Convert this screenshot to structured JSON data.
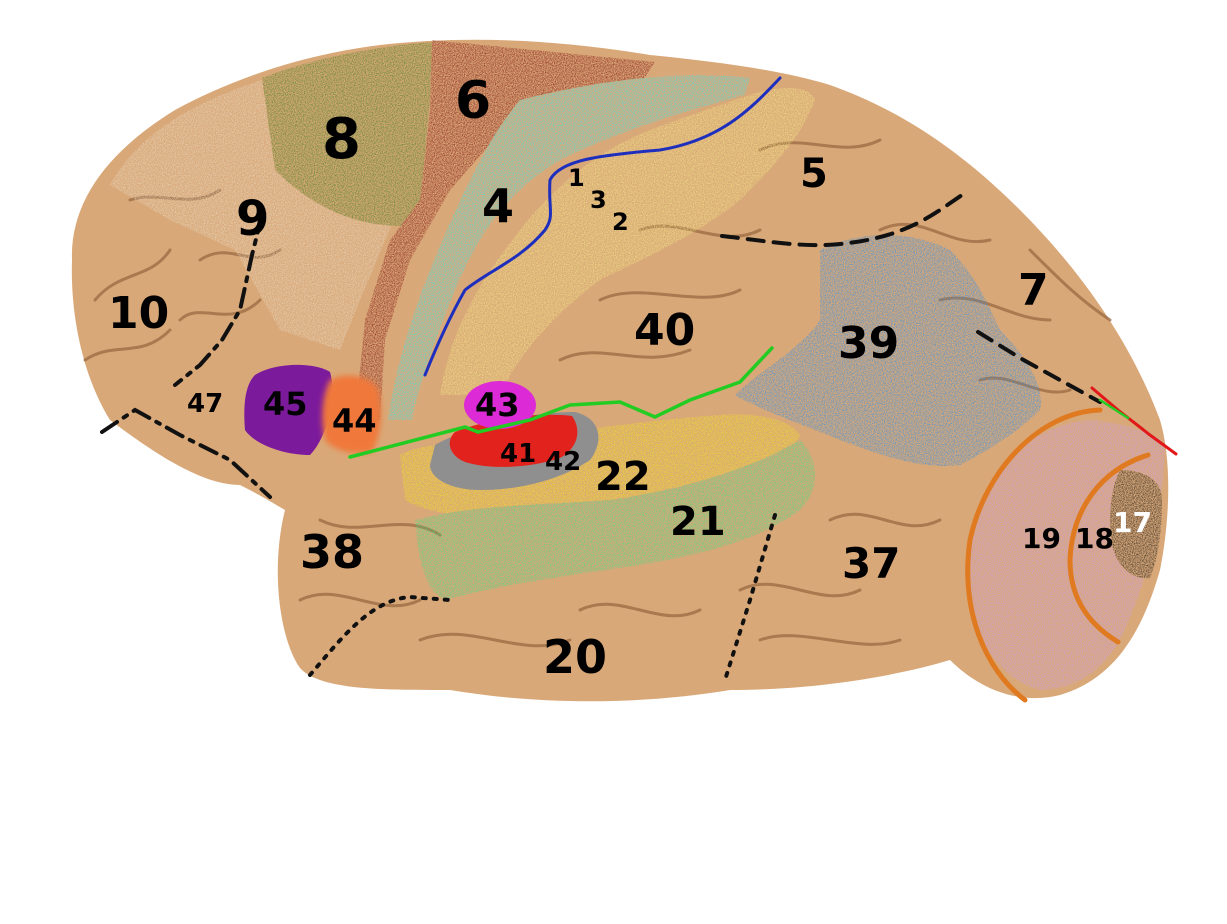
{
  "colors": {
    "cortex": "#d9a878",
    "cortex_shade": "#b98457",
    "sulcus": "#9a6a42",
    "area_8": "#3f7f1e",
    "area_6": "#7d1010",
    "area_4": "#3fe3ea",
    "area_312": "#f3ec85",
    "area_9": "#e9dcc6",
    "area_39": "#2f8ee6",
    "area_45": "#7c1a9c",
    "area_44": "#f0783a",
    "area_43": "#dc2ad6",
    "area_41": "#e2221c",
    "area_42": "#8f8f8f",
    "area_22": "#f2e81a",
    "area_21": "#3cde83",
    "area_occipital": "#c89cf0",
    "area_17": "#1a1a1a",
    "central_sulcus": "#1f2fbd",
    "lateral_sulcus": "#22cc22",
    "occipital_boundary": "#e07a20",
    "red_line": "#e01818",
    "boundary": "#111111"
  },
  "labels": {
    "a10": "10",
    "a9": "9",
    "a8": "8",
    "a6": "6",
    "a4": "4",
    "a1": "1",
    "a3": "3",
    "a2": "2",
    "a5": "5",
    "a7": "7",
    "a40": "40",
    "a39": "39",
    "a47": "47",
    "a45": "45",
    "a44": "44",
    "a43": "43",
    "a41": "41",
    "a42": "42",
    "a22": "22",
    "a21": "21",
    "a38": "38",
    "a20": "20",
    "a37": "37",
    "a19": "19",
    "a18": "18",
    "a17": "17"
  }
}
